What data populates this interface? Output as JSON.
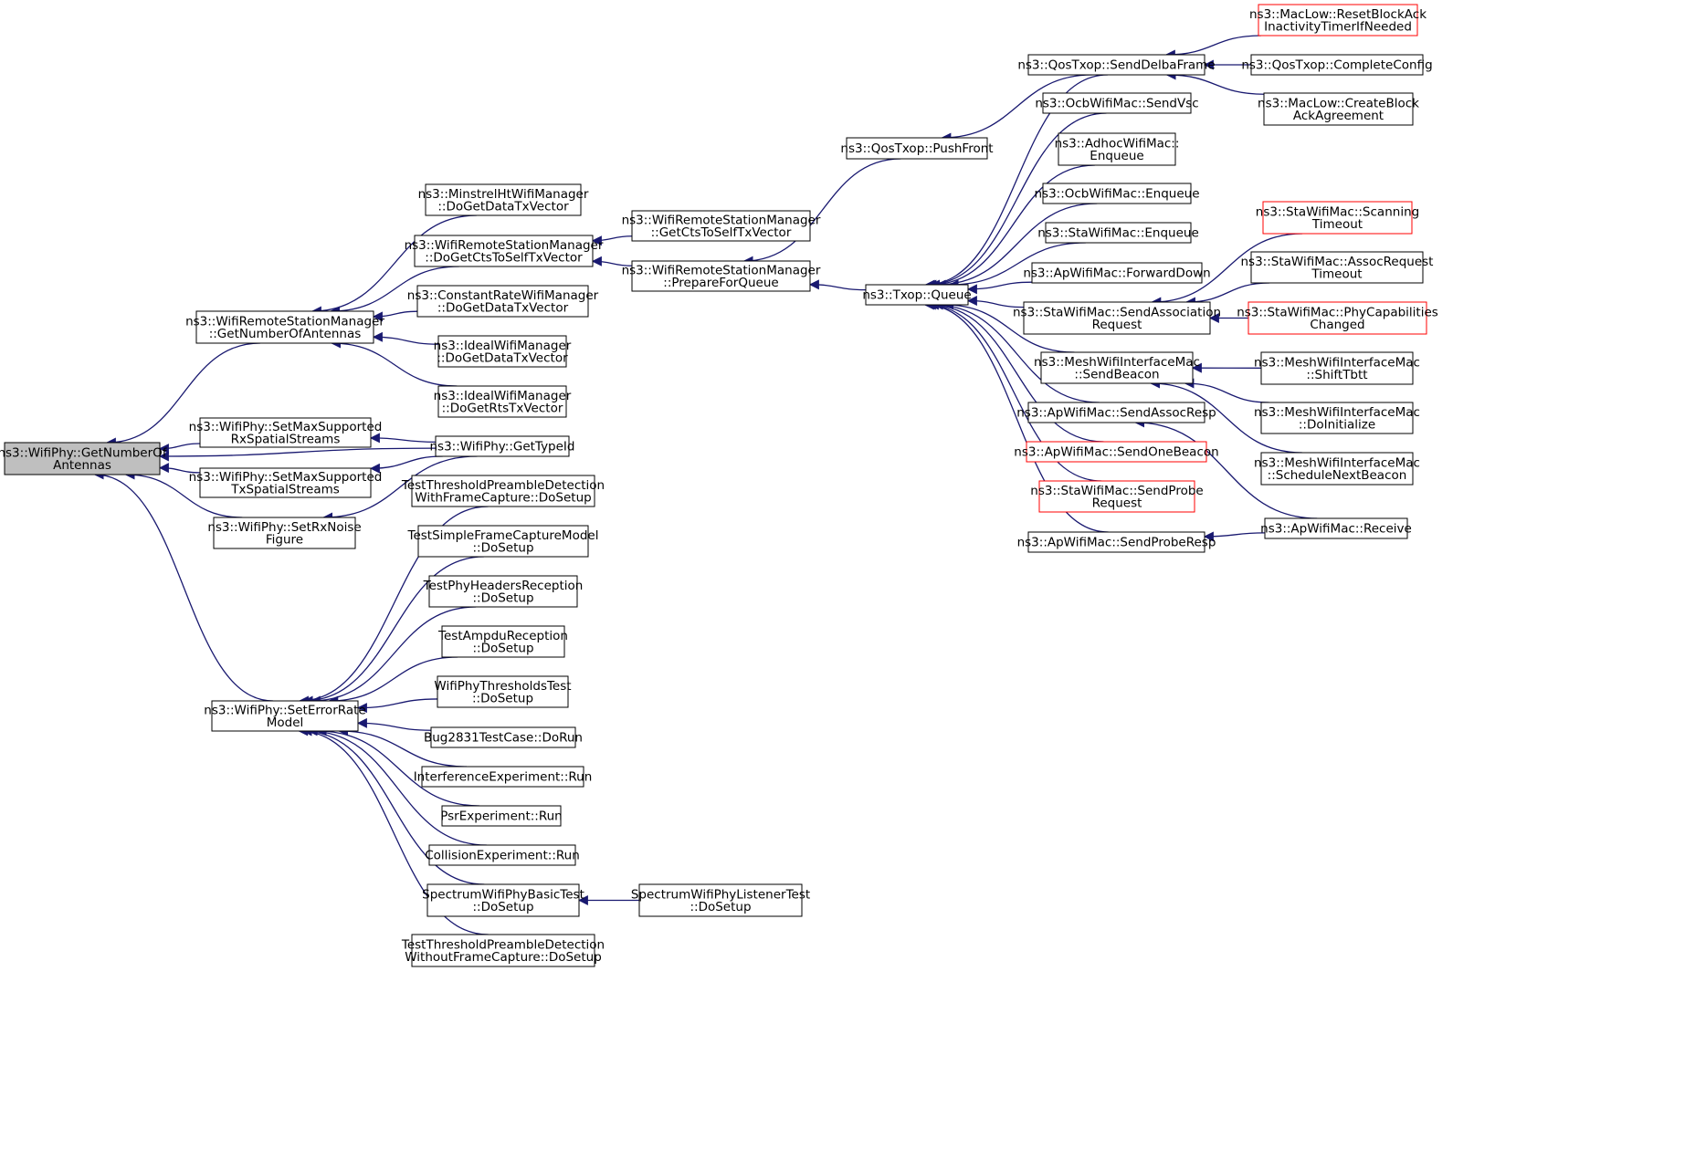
{
  "colors": {
    "edge": "#191970",
    "box_border": "#000000",
    "box_border_undocumented": "#ff0000",
    "focus_fill": "#bfbfbf",
    "background": "#ffffff"
  },
  "nodes": [
    {
      "id": "root",
      "lines": [
        "ns3::WifiPhy::GetNumberOf",
        "Antennas"
      ],
      "style": "focus"
    },
    {
      "id": "rsm_getnum",
      "lines": [
        "ns3::WifiRemoteStationManager",
        "::GetNumberOfAntennas"
      ]
    },
    {
      "id": "setmaxrx",
      "lines": [
        "ns3::WifiPhy::SetMaxSupported",
        "RxSpatialStreams"
      ]
    },
    {
      "id": "setmaxtx",
      "lines": [
        "ns3::WifiPhy::SetMaxSupported",
        "TxSpatialStreams"
      ]
    },
    {
      "id": "setrxnoise",
      "lines": [
        "ns3::WifiPhy::SetRxNoise",
        "Figure"
      ]
    },
    {
      "id": "seterrrate",
      "lines": [
        "ns3::WifiPhy::SetErrorRate",
        "Model"
      ]
    },
    {
      "id": "minstrel",
      "lines": [
        "ns3::MinstrelHtWifiManager",
        "::DoGetDataTxVector"
      ]
    },
    {
      "id": "rsm_doctts",
      "lines": [
        "ns3::WifiRemoteStationManager",
        "::DoGetCtsToSelfTxVector"
      ]
    },
    {
      "id": "constrate",
      "lines": [
        "ns3::ConstantRateWifiManager",
        "::DoGetDataTxVector"
      ]
    },
    {
      "id": "ideal_data",
      "lines": [
        "ns3::IdealWifiManager",
        "::DoGetDataTxVector"
      ]
    },
    {
      "id": "ideal_rts",
      "lines": [
        "ns3::IdealWifiManager",
        "::DoGetRtsTxVector"
      ]
    },
    {
      "id": "gettypeid",
      "lines": [
        "ns3::WifiPhy::GetTypeId"
      ]
    },
    {
      "id": "rsm_getcts",
      "lines": [
        "ns3::WifiRemoteStationManager",
        "::GetCtsToSelfTxVector"
      ]
    },
    {
      "id": "rsm_prepare",
      "lines": [
        "ns3::WifiRemoteStationManager",
        "::PrepareForQueue"
      ]
    },
    {
      "id": "pushfront",
      "lines": [
        "ns3::QosTxop::PushFront"
      ]
    },
    {
      "id": "txopqueue",
      "lines": [
        "ns3::Txop::Queue"
      ]
    },
    {
      "id": "senddelba",
      "lines": [
        "ns3::QosTxop::SendDelbaFrame"
      ]
    },
    {
      "id": "ocbsendvsc",
      "lines": [
        "ns3::OcbWifiMac::SendVsc"
      ]
    },
    {
      "id": "adhocenq",
      "lines": [
        "ns3::AdhocWifiMac::",
        "Enqueue"
      ]
    },
    {
      "id": "ocbenq",
      "lines": [
        "ns3::OcbWifiMac::Enqueue"
      ]
    },
    {
      "id": "staenq",
      "lines": [
        "ns3::StaWifiMac::Enqueue"
      ]
    },
    {
      "id": "apfwd",
      "lines": [
        "ns3::ApWifiMac::ForwardDown"
      ]
    },
    {
      "id": "stasendassoc",
      "lines": [
        "ns3::StaWifiMac::SendAssociation",
        "Request"
      ]
    },
    {
      "id": "meshsendbeacon",
      "lines": [
        "ns3::MeshWifiInterfaceMac",
        "::SendBeacon"
      ]
    },
    {
      "id": "apsendassocresp",
      "lines": [
        "ns3::ApWifiMac::SendAssocResp"
      ]
    },
    {
      "id": "apsendone",
      "lines": [
        "ns3::ApWifiMac::SendOneBeacon"
      ],
      "style": "red"
    },
    {
      "id": "stasendprobe",
      "lines": [
        "ns3::StaWifiMac::SendProbe",
        "Request"
      ],
      "style": "red"
    },
    {
      "id": "apsendproberesp",
      "lines": [
        "ns3::ApWifiMac::SendProbeResp"
      ]
    },
    {
      "id": "maclowreset",
      "lines": [
        "ns3::MacLow::ResetBlockAck",
        "InactivityTimerIfNeeded"
      ],
      "style": "red"
    },
    {
      "id": "qoscomplete",
      "lines": [
        "ns3::QosTxop::CompleteConfig"
      ]
    },
    {
      "id": "maclowcreate",
      "lines": [
        "ns3::MacLow::CreateBlock",
        "AckAgreement"
      ]
    },
    {
      "id": "stascan",
      "lines": [
        "ns3::StaWifiMac::Scanning",
        "Timeout"
      ],
      "style": "red"
    },
    {
      "id": "staassoctimeout",
      "lines": [
        "ns3::StaWifiMac::AssocRequest",
        "Timeout"
      ]
    },
    {
      "id": "staphycap",
      "lines": [
        "ns3::StaWifiMac::PhyCapabilities",
        "Changed"
      ],
      "style": "red"
    },
    {
      "id": "meshshift",
      "lines": [
        "ns3::MeshWifiInterfaceMac",
        "::ShiftTbtt"
      ]
    },
    {
      "id": "meshinit",
      "lines": [
        "ns3::MeshWifiInterfaceMac",
        "::DoInitialize"
      ]
    },
    {
      "id": "meshsched",
      "lines": [
        "ns3::MeshWifiInterfaceMac",
        "::ScheduleNextBeacon"
      ]
    },
    {
      "id": "apreceive",
      "lines": [
        "ns3::ApWifiMac::Receive"
      ]
    },
    {
      "id": "tt_with",
      "lines": [
        "TestThresholdPreambleDetection",
        "WithFrameCapture::DoSetup"
      ]
    },
    {
      "id": "tt_simple",
      "lines": [
        "TestSimpleFrameCaptureModel",
        "::DoSetup"
      ]
    },
    {
      "id": "tt_phyhdr",
      "lines": [
        "TestPhyHeadersReception",
        "::DoSetup"
      ]
    },
    {
      "id": "tt_ampdu",
      "lines": [
        "TestAmpduReception",
        "::DoSetup"
      ]
    },
    {
      "id": "tt_thresh",
      "lines": [
        "WifiPhyThresholdsTest",
        "::DoSetup"
      ]
    },
    {
      "id": "bug2831",
      "lines": [
        "Bug2831TestCase::DoRun"
      ]
    },
    {
      "id": "interf",
      "lines": [
        "InterferenceExperiment::Run"
      ]
    },
    {
      "id": "psr",
      "lines": [
        "PsrExperiment::Run"
      ]
    },
    {
      "id": "collision",
      "lines": [
        "CollisionExperiment::Run"
      ]
    },
    {
      "id": "specbasic",
      "lines": [
        "SpectrumWifiPhyBasicTest",
        "::DoSetup"
      ]
    },
    {
      "id": "speclistener",
      "lines": [
        "SpectrumWifiPhyListenerTest",
        "::DoSetup"
      ]
    },
    {
      "id": "tt_without",
      "lines": [
        "TestThresholdPreambleDetection",
        "WithoutFrameCapture::DoSetup"
      ]
    }
  ],
  "edges": [
    [
      "rsm_getnum",
      "root"
    ],
    [
      "gettypeid",
      "root"
    ],
    [
      "setmaxrx",
      "root"
    ],
    [
      "setmaxtx",
      "root"
    ],
    [
      "setrxnoise",
      "root"
    ],
    [
      "seterrrate",
      "root"
    ],
    [
      "minstrel",
      "rsm_getnum"
    ],
    [
      "rsm_doctts",
      "rsm_getnum"
    ],
    [
      "constrate",
      "rsm_getnum"
    ],
    [
      "ideal_data",
      "rsm_getnum"
    ],
    [
      "ideal_rts",
      "rsm_getnum"
    ],
    [
      "gettypeid",
      "setmaxrx"
    ],
    [
      "gettypeid",
      "setmaxtx"
    ],
    [
      "gettypeid",
      "setrxnoise"
    ],
    [
      "rsm_getcts",
      "rsm_doctts"
    ],
    [
      "rsm_prepare",
      "rsm_doctts"
    ],
    [
      "pushfront",
      "rsm_prepare"
    ],
    [
      "txopqueue",
      "rsm_prepare"
    ],
    [
      "senddelba",
      "pushfront"
    ],
    [
      "senddelba",
      "txopqueue"
    ],
    [
      "ocbsendvsc",
      "txopqueue"
    ],
    [
      "adhocenq",
      "txopqueue"
    ],
    [
      "ocbenq",
      "txopqueue"
    ],
    [
      "staenq",
      "txopqueue"
    ],
    [
      "apfwd",
      "txopqueue"
    ],
    [
      "stasendassoc",
      "txopqueue"
    ],
    [
      "meshsendbeacon",
      "txopqueue"
    ],
    [
      "apsendassocresp",
      "txopqueue"
    ],
    [
      "apsendone",
      "txopqueue"
    ],
    [
      "stasendprobe",
      "txopqueue"
    ],
    [
      "apsendproberesp",
      "txopqueue"
    ],
    [
      "maclowreset",
      "senddelba"
    ],
    [
      "qoscomplete",
      "senddelba"
    ],
    [
      "maclowcreate",
      "senddelba"
    ],
    [
      "stascan",
      "stasendassoc"
    ],
    [
      "staassoctimeout",
      "stasendassoc"
    ],
    [
      "staphycap",
      "stasendassoc"
    ],
    [
      "meshshift",
      "meshsendbeacon"
    ],
    [
      "meshinit",
      "meshsendbeacon"
    ],
    [
      "meshsched",
      "meshsendbeacon"
    ],
    [
      "apreceive",
      "apsendassocresp"
    ],
    [
      "apreceive",
      "apsendproberesp"
    ],
    [
      "tt_with",
      "seterrrate"
    ],
    [
      "tt_simple",
      "seterrrate"
    ],
    [
      "tt_phyhdr",
      "seterrrate"
    ],
    [
      "tt_ampdu",
      "seterrrate"
    ],
    [
      "tt_thresh",
      "seterrrate"
    ],
    [
      "bug2831",
      "seterrrate"
    ],
    [
      "interf",
      "seterrrate"
    ],
    [
      "psr",
      "seterrrate"
    ],
    [
      "collision",
      "seterrrate"
    ],
    [
      "specbasic",
      "seterrrate"
    ],
    [
      "tt_without",
      "seterrrate"
    ],
    [
      "speclistener",
      "specbasic"
    ]
  ]
}
